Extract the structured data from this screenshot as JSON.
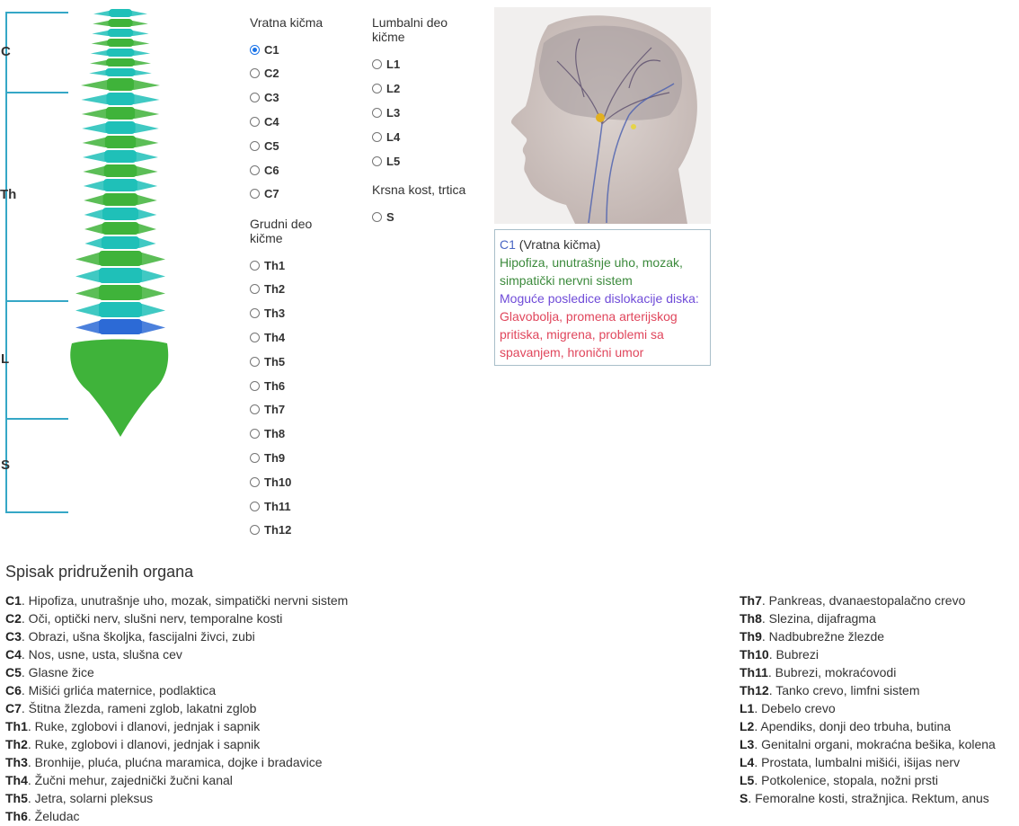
{
  "spine": {
    "regions": [
      "C",
      "Th",
      "L",
      "S"
    ]
  },
  "groups": {
    "cervical": {
      "title": "Vratna kičma",
      "items": [
        "C1",
        "C2",
        "C3",
        "C4",
        "C5",
        "C6",
        "C7"
      ],
      "selected": "C1"
    },
    "thoracic": {
      "title": "Grudni deo kičme",
      "items": [
        "Th1",
        "Th2",
        "Th3",
        "Th4",
        "Th5",
        "Th6",
        "Th7",
        "Th8",
        "Th9",
        "Th10",
        "Th11",
        "Th12"
      ]
    },
    "lumbar": {
      "title": "Lumbalni deo kičme",
      "items": [
        "L1",
        "L2",
        "L3",
        "L4",
        "L5"
      ]
    },
    "sacrum": {
      "title": "Krsna kost, trtica",
      "items": [
        "S"
      ]
    }
  },
  "info": {
    "vertebra": "C1",
    "region": "(Vratna kičma)",
    "organs": "Hipofiza, unutrašnje uho, mozak, simpatički nervni sistem",
    "consequences_title": "Moguće posledice dislokacije diska:",
    "consequences": "Glavobolja, promena arterijskog pritiska, migrena, problemi sa spavanjem, hronični umor"
  },
  "organ_list": {
    "title": "Spisak pridruženih organa",
    "left": [
      {
        "code": "C1",
        "text": ". Hipofiza, unutrašnje uho, mozak, simpatički nervni sistem"
      },
      {
        "code": "C2",
        "text": ". Oči, optički nerv, slušni nerv, temporalne kosti"
      },
      {
        "code": "C3",
        "text": ". Obrazi, ušna školjka, fascijalni živci, zubi"
      },
      {
        "code": "C4",
        "text": ". Nos, usne, usta, slušna cev"
      },
      {
        "code": "C5",
        "text": ". Glasne žice"
      },
      {
        "code": "C6",
        "text": ". Mišići grlića maternice, podlaktica"
      },
      {
        "code": "C7",
        "text": ". Štitna žlezda, rameni zglob, lakatni zglob"
      },
      {
        "code": "Th1",
        "text": ". Ruke, zglobovi i dlanovi, jednjak i sapnik"
      },
      {
        "code": "Th2",
        "text": ". Ruke, zglobovi i dlanovi, jednjak i sapnik"
      },
      {
        "code": "Th3",
        "text": ". Bronhije, pluća, plućna maramica, dojke i bradavice"
      },
      {
        "code": "Th4",
        "text": ". Žučni mehur, zajednički žučni kanal"
      },
      {
        "code": "Th5",
        "text": ". Jetra, solarni pleksus"
      },
      {
        "code": "Th6",
        "text": ". Želudac"
      }
    ],
    "right": [
      {
        "code": "Th7",
        "text": ". Pankreas, dvanaestopalačno crevo"
      },
      {
        "code": "Th8",
        "text": ". Slezina, dijafragma"
      },
      {
        "code": "Th9",
        "text": ". Nadbubrežne žlezde"
      },
      {
        "code": "Th10",
        "text": ". Bubrezi"
      },
      {
        "code": "Th11",
        "text": ". Bubrezi, mokraćovodi"
      },
      {
        "code": "Th12",
        "text": ". Tanko crevo, limfni sistem"
      },
      {
        "code": "L1",
        "text": ". Debelo crevo"
      },
      {
        "code": "L2",
        "text": ". Apendiks, donji deo trbuha, butina"
      },
      {
        "code": "L3",
        "text": ". Genitalni organi, mokraćna bešika, kolena"
      },
      {
        "code": "L4",
        "text": ". Prostata, lumbalni mišići, išijas nerv"
      },
      {
        "code": "L5",
        "text": ". Potkolenice, stopala, nožni prsti"
      },
      {
        "code": "S",
        "text": ". Femoralne kosti, stražnjica. Rektum, anus"
      }
    ]
  }
}
